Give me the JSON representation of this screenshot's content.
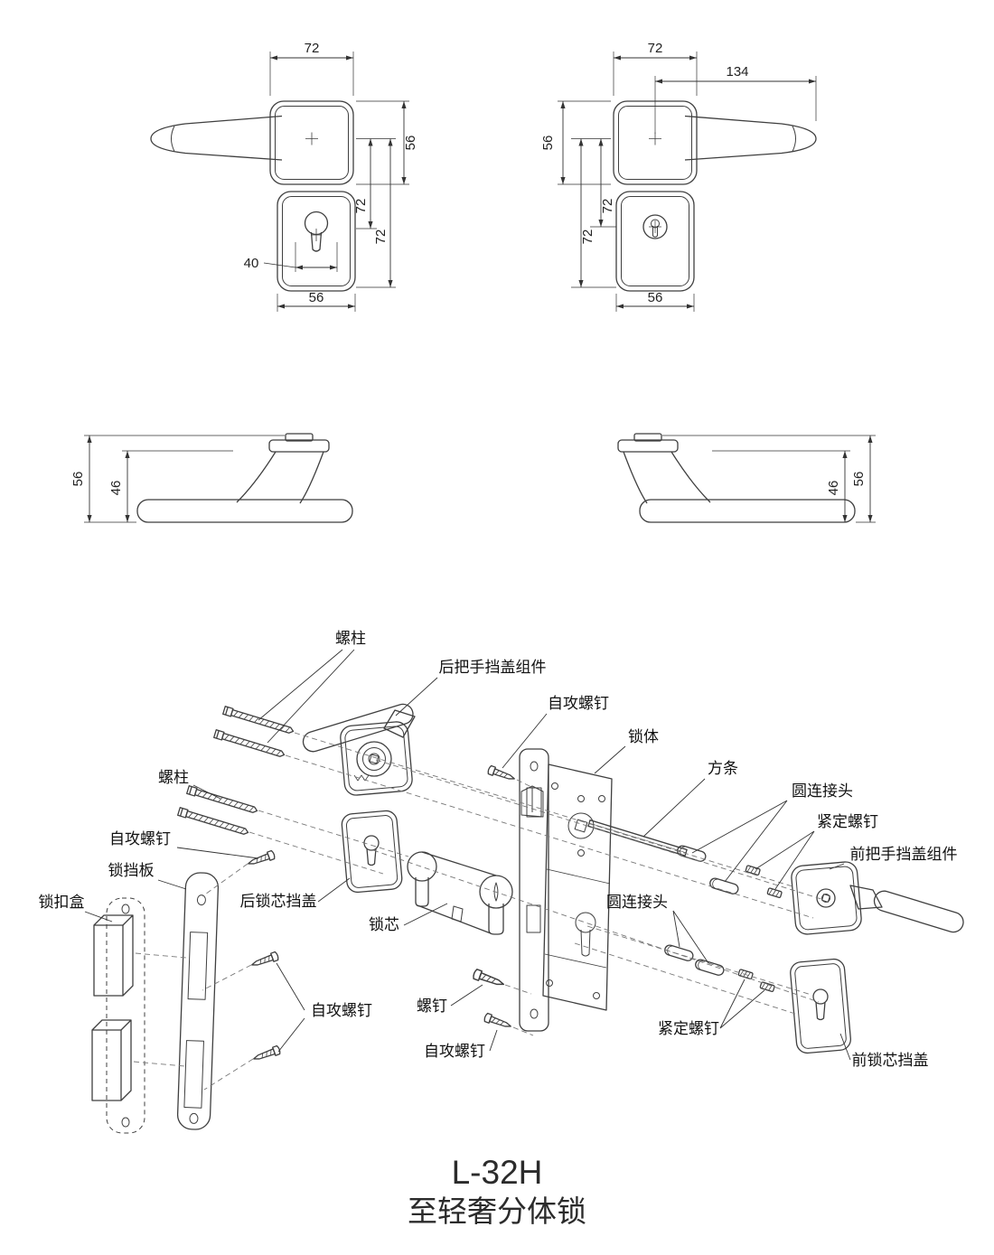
{
  "title": {
    "model": "L-32H",
    "name": "至轻奢分体锁"
  },
  "dims": {
    "front_left": {
      "rose_w": "72",
      "rose_h": "56",
      "keyhole_w": "40",
      "c2c_a": "72",
      "c2c_b": "72",
      "plate_w": "56"
    },
    "front_right": {
      "rose_w": "72",
      "handle_len": "134",
      "rose_h": "56",
      "c2c_a": "72",
      "c2c_b": "72",
      "plate_w": "56"
    },
    "side_left": {
      "total_h": "56",
      "lever_h": "46"
    },
    "side_right": {
      "lever_h": "46",
      "total_h": "56"
    }
  },
  "parts": {
    "stud_top": "螺柱",
    "rear_handle_assembly": "后把手挡盖组件",
    "self_tapping_screw_top": "自攻螺钉",
    "lock_body": "锁体",
    "square_spindle": "方条",
    "round_connector_upper": "圆连接头",
    "set_screw_upper": "紧定螺钉",
    "front_handle_assembly": "前把手挡盖组件",
    "stud_left": "螺柱",
    "self_tapping_screw_left": "自攻螺钉",
    "strike_plate": "锁挡板",
    "strike_box": "锁扣盒",
    "rear_cylinder_cover": "后锁芯挡盖",
    "cylinder": "锁芯",
    "round_connector_lower": "圆连接头",
    "self_tapping_screw_bottom_left": "自攻螺钉",
    "screw": "螺钉",
    "self_tapping_screw_bottom_center": "自攻螺钉",
    "set_screw_lower": "紧定螺钉",
    "front_cylinder_cover": "前锁芯挡盖"
  }
}
